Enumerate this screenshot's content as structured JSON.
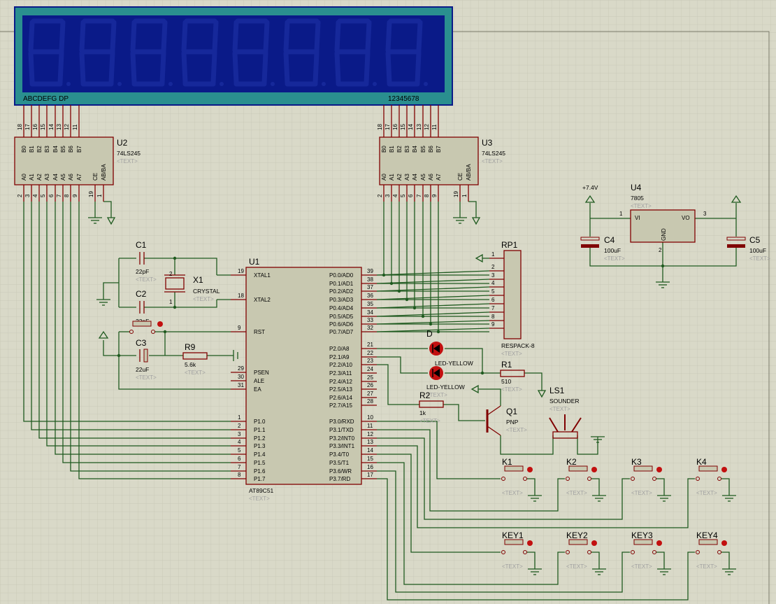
{
  "display": {
    "segment_label": "ABCDEFG  DP",
    "digit_label": "12345678",
    "seg_pins": [
      "18",
      "17",
      "16",
      "15",
      "14",
      "13",
      "12",
      "11"
    ],
    "dig_pins": [
      "18",
      "17",
      "16",
      "15",
      "14",
      "13",
      "12",
      "11"
    ]
  },
  "u2": {
    "ref": "U2",
    "value": "74LS245",
    "text": "<TEXT>",
    "b_pins": [
      "B0",
      "B1",
      "B2",
      "B3",
      "B4",
      "B5",
      "B6",
      "B7"
    ],
    "a_pins": [
      "A0",
      "A1",
      "A2",
      "A3",
      "A4",
      "A5",
      "A6",
      "A7"
    ],
    "ce": "CE",
    "ab": "AB/BA",
    "a_nums": [
      "2",
      "3",
      "4",
      "5",
      "6",
      "7",
      "8",
      "9"
    ],
    "ctrl_nums": [
      "19",
      "1"
    ]
  },
  "u3": {
    "ref": "U3",
    "value": "74LS245",
    "text": "<TEXT>",
    "a_nums": [
      "2",
      "3",
      "4",
      "5",
      "6",
      "7",
      "8",
      "9"
    ],
    "ctrl_nums": [
      "19",
      "1"
    ]
  },
  "u4": {
    "ref": "U4",
    "value": "7805",
    "text": "<TEXT>",
    "vi": "VI",
    "vo": "VO",
    "gnd": "GND",
    "pin1": "1",
    "pin2": "2",
    "pin3": "3",
    "supply": "+7.4V"
  },
  "c4": {
    "ref": "C4",
    "value": "100uF",
    "text": "<TEXT>"
  },
  "c5": {
    "ref": "C5",
    "value": "100uF",
    "text": "<TEXT>"
  },
  "c1": {
    "ref": "C1",
    "value": "22pF",
    "text": "<TEXT>"
  },
  "c2": {
    "ref": "C2",
    "value": "22pF",
    "text": "<TEXT>"
  },
  "c3": {
    "ref": "C3",
    "value": "22uF",
    "text": "<TEXT>"
  },
  "x1": {
    "ref": "X1",
    "value": "CRYSTAL",
    "text": "<TEXT>",
    "p1": "1",
    "p2": "2"
  },
  "r9": {
    "ref": "R9",
    "value": "5.6k",
    "text": "<TEXT>"
  },
  "r1": {
    "ref": "R1",
    "value": "510",
    "text": "<TEXT>"
  },
  "r2": {
    "ref": "R2",
    "value": "1k",
    "text": "<TEXT>"
  },
  "rp1": {
    "ref": "RP1",
    "value": "RESPACK-8",
    "text": "<TEXT>",
    "pins": [
      "1",
      "2",
      "3",
      "4",
      "5",
      "6",
      "7",
      "8",
      "9"
    ]
  },
  "d1": {
    "ref": "D",
    "value": "LED-YELLOW",
    "text": "<TEXT>"
  },
  "d2": {
    "value": "LED-YELLOW",
    "text": "<TEXT>"
  },
  "q1": {
    "ref": "Q1",
    "value": "PNP",
    "text": "<TEXT>"
  },
  "ls1": {
    "ref": "LS1",
    "value": "SOUNDER",
    "text": "<TEXT>"
  },
  "u1": {
    "ref": "U1",
    "value": "AT89C51",
    "text": "<TEXT>",
    "left": [
      {
        "num": "19",
        "name": "XTAL1"
      },
      {
        "num": "18",
        "name": "XTAL2"
      },
      {
        "num": "9",
        "name": "RST"
      },
      {
        "num": "29",
        "name": "PSEN"
      },
      {
        "num": "30",
        "name": "ALE"
      },
      {
        "num": "31",
        "name": "EA"
      },
      {
        "num": "1",
        "name": "P1.0"
      },
      {
        "num": "2",
        "name": "P1.1"
      },
      {
        "num": "3",
        "name": "P1.2"
      },
      {
        "num": "4",
        "name": "P1.3"
      },
      {
        "num": "5",
        "name": "P1.4"
      },
      {
        "num": "6",
        "name": "P1.5"
      },
      {
        "num": "7",
        "name": "P1.6"
      },
      {
        "num": "8",
        "name": "P1.7"
      }
    ],
    "right": [
      {
        "num": "39",
        "name": "P0.0/AD0"
      },
      {
        "num": "38",
        "name": "P0.1/AD1"
      },
      {
        "num": "37",
        "name": "P0.2/AD2"
      },
      {
        "num": "36",
        "name": "P0.3/AD3"
      },
      {
        "num": "35",
        "name": "P0.4/AD4"
      },
      {
        "num": "34",
        "name": "P0.5/AD5"
      },
      {
        "num": "33",
        "name": "P0.6/AD6"
      },
      {
        "num": "32",
        "name": "P0.7/AD7"
      },
      {
        "num": "21",
        "name": "P2.0/A8"
      },
      {
        "num": "22",
        "name": "P2.1/A9"
      },
      {
        "num": "23",
        "name": "P2.2/A10"
      },
      {
        "num": "24",
        "name": "P2.3/A11"
      },
      {
        "num": "25",
        "name": "P2.4/A12"
      },
      {
        "num": "26",
        "name": "P2.5/A13"
      },
      {
        "num": "27",
        "name": "P2.6/A14"
      },
      {
        "num": "28",
        "name": "P2.7/A15"
      },
      {
        "num": "10",
        "name": "P3.0/RXD"
      },
      {
        "num": "11",
        "name": "P3.1/TXD"
      },
      {
        "num": "12",
        "name": "P3.2/INT0"
      },
      {
        "num": "13",
        "name": "P3.3/INT1"
      },
      {
        "num": "14",
        "name": "P3.4/T0"
      },
      {
        "num": "15",
        "name": "P3.5/T1"
      },
      {
        "num": "16",
        "name": "P3.6/WR"
      },
      {
        "num": "17",
        "name": "P3.7/RD"
      }
    ]
  },
  "keys": [
    {
      "ref": "K1",
      "text": "<TEXT>"
    },
    {
      "ref": "K2",
      "text": "<TEXT>"
    },
    {
      "ref": "K3",
      "text": "<TEXT>"
    },
    {
      "ref": "K4",
      "text": "<TEXT>"
    },
    {
      "ref": "KEY1",
      "text": "<TEXT>"
    },
    {
      "ref": "KEY2",
      "text": "<TEXT>"
    },
    {
      "ref": "KEY3",
      "text": "<TEXT>"
    },
    {
      "ref": "KEY4",
      "text": "<TEXT>"
    }
  ],
  "colors": {
    "background": "#d9d9c8",
    "grid": "#c4c4b2",
    "wire": "#1f5a1f",
    "component": "#800000",
    "display_bg": "#0a1a88",
    "display_frame": "#2a8f8f"
  }
}
